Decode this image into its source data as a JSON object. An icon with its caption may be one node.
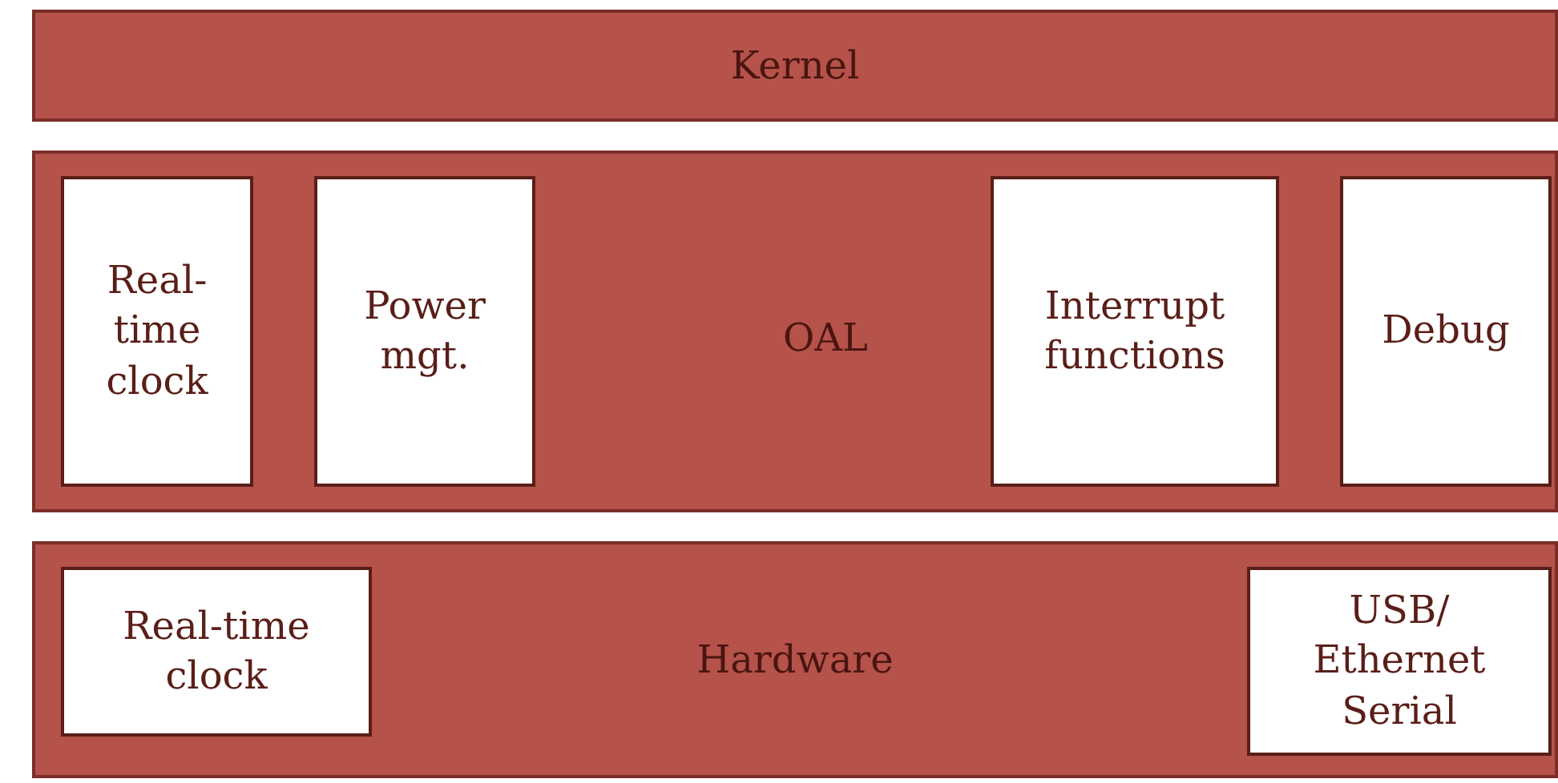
{
  "diagram": {
    "nodes": [
      {
        "text": [
          "Kernel"
        ]
      },
      {
        "text": [
          "OAL"
        ]
      },
      {
        "text": [
          "Real-time clock"
        ],
        "in": 1
      },
      {
        "text": [
          "Power mgt."
        ],
        "in": 1
      },
      {
        "text": [
          "Interrupt functions"
        ],
        "in": 1
      },
      {
        "text": [
          "Debug"
        ],
        "in": 1
      },
      {
        "text": [
          "Hardware"
        ]
      },
      {
        "text": [
          "Real-time clock"
        ],
        "in": 6
      },
      {
        "text": [
          "USB/ Ethernet Serial"
        ],
        "in": 6
      }
    ]
  }
}
